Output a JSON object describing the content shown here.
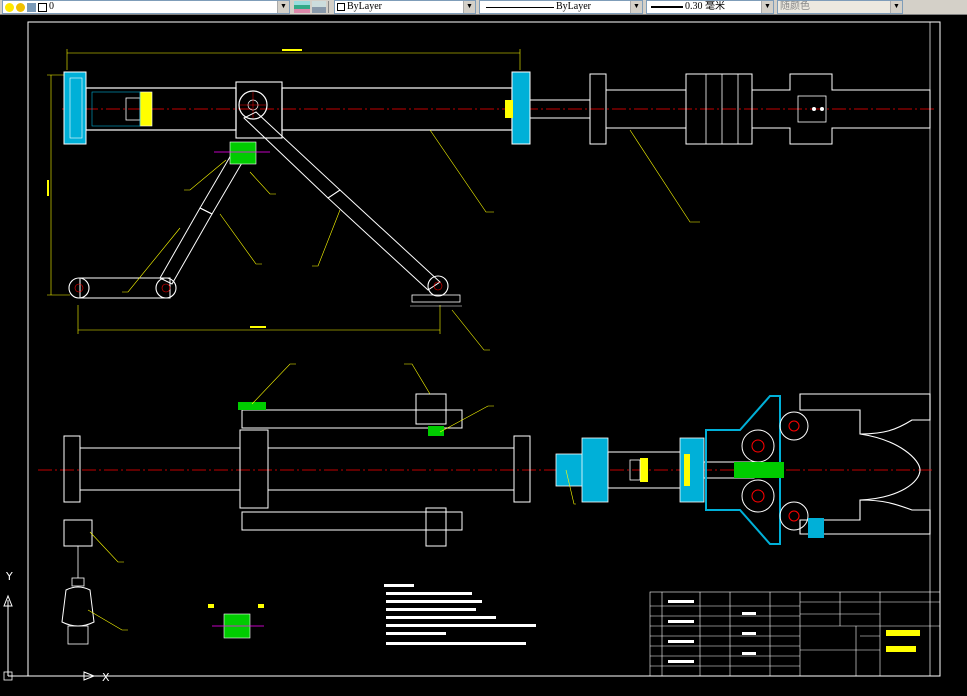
{
  "toolbar": {
    "layer_value": "0",
    "linetype_value": "ByLayer",
    "linetype_label": "ByLayer",
    "lineweight_value": "0.30 毫米",
    "color_value": "随颜色"
  },
  "colors": {
    "background": "#000000",
    "centerline": "#ff0000",
    "outline": "#ffffff",
    "hatch": "#00c8ff",
    "dimension": "#ffff00",
    "part_fill": "#00cc00",
    "accent": "#ff00ff"
  },
  "icons": [
    "bulb-icon",
    "sun-icon",
    "lock-icon",
    "layer-color-icon",
    "layer-stack-icon",
    "color-square-icon",
    "ucs-icon"
  ],
  "ucs": {
    "x_label": "X",
    "y_label": "Y"
  }
}
